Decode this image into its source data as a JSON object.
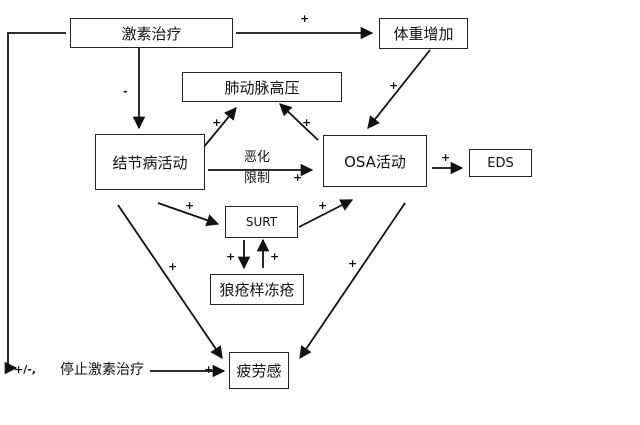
{
  "nodes": {
    "hormone_therapy": "激素治疗",
    "weight_gain": "体重增加",
    "pulmonary_hypertension": "肺动脉高压",
    "sarcoid_activity": "结节病活动",
    "osa_activity": "OSA活动",
    "eds": "EDS",
    "surt": "SURT",
    "lupus_pernio": "狼疮样冻疮",
    "fatigue": "疲劳感"
  },
  "edge_labels": {
    "aggravate": "恶化",
    "restrict": "限制",
    "stop_hormone": "停止激素治疗"
  },
  "signs": {
    "plus": "+",
    "minus": "-",
    "plus_minus": "+/-,"
  }
}
